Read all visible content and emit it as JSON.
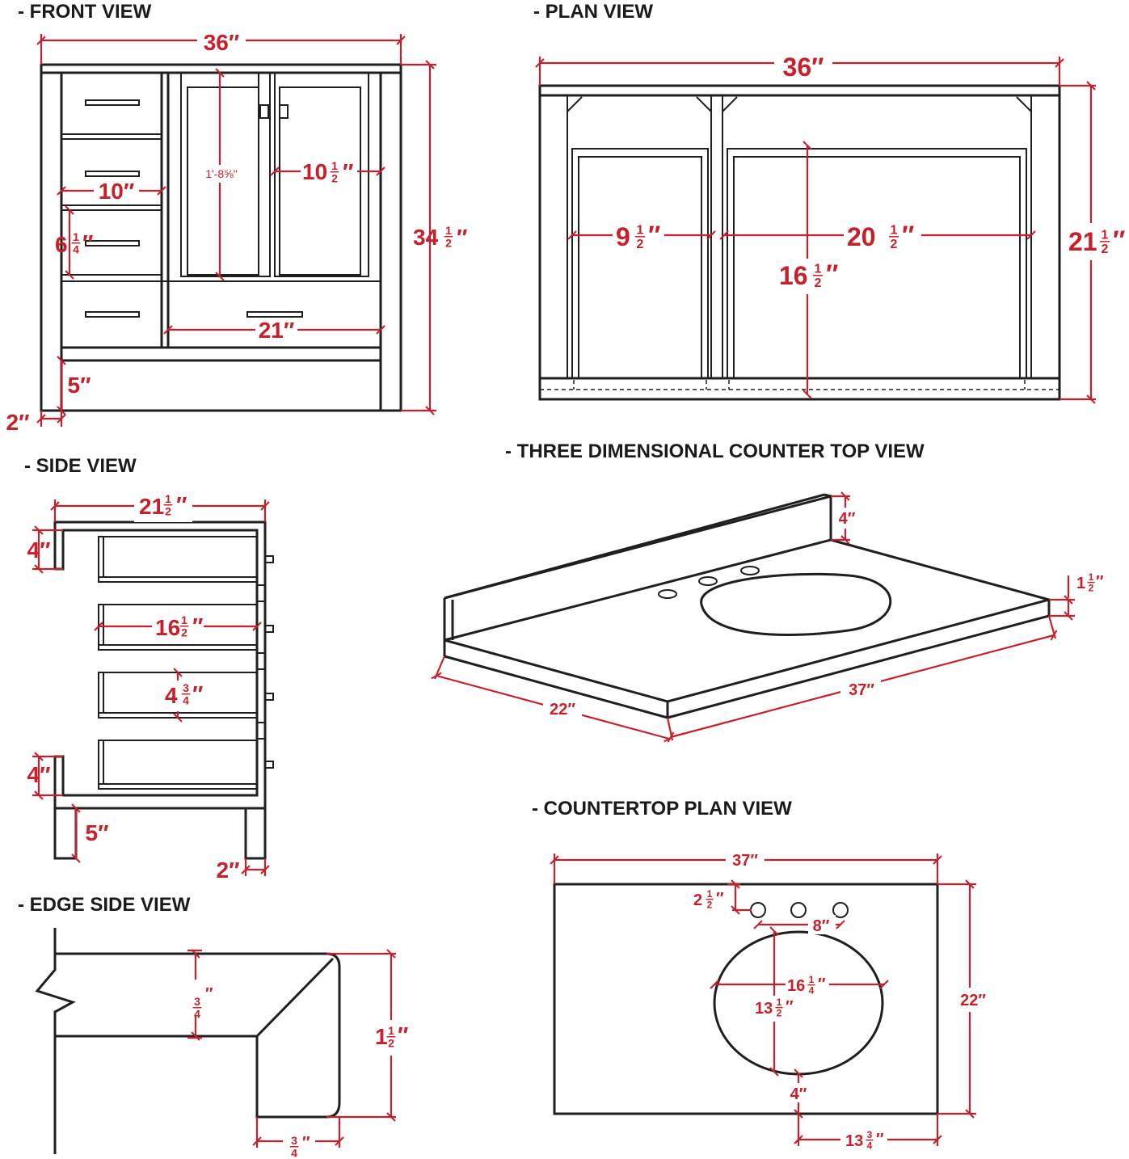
{
  "colors": {
    "dimension": "#c8202a",
    "outline": "#1f1f1f",
    "background": "#ffffff"
  },
  "sections": {
    "front_view": "- FRONT VIEW",
    "plan_view": "- PLAN VIEW",
    "side_view": "- SIDE VIEW",
    "three_d_view": "- THREE DIMENSIONAL COUNTER TOP VIEW",
    "edge_side_view": "- EDGE SIDE VIEW",
    "countertop_plan_view": "- COUNTERTOP PLAN VIEW"
  },
  "front": {
    "width": "36″",
    "height_whole": "34",
    "height_frac": "1/2",
    "drawer_width": "10″",
    "drawer_height_whole": "6",
    "drawer_height_frac": "1/4",
    "door_height": "1'-8⅝\"",
    "door_width_whole": "10",
    "door_width_frac": "1/2",
    "bottom_drawer": "21″",
    "leg_height": "5″",
    "leg_width": "2″"
  },
  "plan": {
    "width": "36″",
    "depth_whole": "21",
    "depth_frac": "1/2",
    "left_opening_whole": "9",
    "left_opening_frac": "1/2",
    "right_opening_whole": "20",
    "right_opening_frac": "1/2",
    "inner_depth_whole": "16",
    "inner_depth_frac": "1/2"
  },
  "side": {
    "depth_whole": "21",
    "depth_frac": "1/2",
    "top_gap": "4″",
    "bottom_gap": "4″",
    "drawer_depth_whole": "16",
    "drawer_depth_frac": "1/2",
    "drawer_height_whole": "4",
    "drawer_height_frac": "3/4",
    "leg_height": "5″",
    "leg_width": "2″"
  },
  "counter3d": {
    "backsplash": "4″",
    "thickness_whole": "1",
    "thickness_frac": "1/2",
    "length": "37″",
    "depth": "22″"
  },
  "edge": {
    "thickness_frac": "3/4",
    "height_whole": "1",
    "height_frac": "1/2",
    "bottom_frac": "3/4"
  },
  "countertop_plan": {
    "length": "37″",
    "depth": "22″",
    "faucet_offset_whole": "2",
    "faucet_offset_frac": "1/2",
    "faucet_spread": "8″",
    "bowl_width_whole": "16",
    "bowl_width_frac": "1/4",
    "bowl_depth_whole": "13",
    "bowl_depth_frac": "1/2",
    "front_gap": "4″",
    "side_offset_whole": "13",
    "side_offset_frac": "3/4"
  }
}
